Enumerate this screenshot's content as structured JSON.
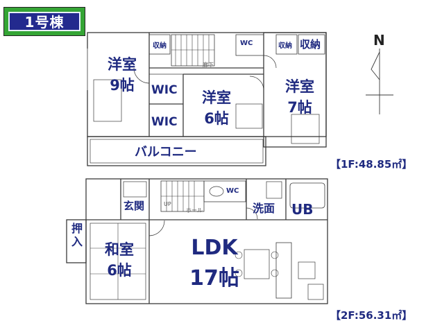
{
  "building": {
    "label": "1号棟"
  },
  "floor1": {
    "area_label": "【1F:48.85㎡】",
    "rooms": {
      "western9": {
        "name": "洋室",
        "size": "9帖"
      },
      "western6": {
        "name": "洋室",
        "size": "6帖"
      },
      "western7": {
        "name": "洋室",
        "size": "7帖"
      },
      "wic1": "WIC",
      "wic2": "WIC",
      "storage1": "収納",
      "storage2": "収納",
      "storage3": "収納",
      "wc": "WC",
      "corridor": "廊下",
      "balcony": "バルコニー"
    }
  },
  "floor2": {
    "area_label": "【2F:56.31㎡】",
    "rooms": {
      "entrance": "玄関",
      "hall": "ホール",
      "wc": "WC",
      "washroom": "洗面",
      "bath": "UB",
      "closet": "押入",
      "japanese": {
        "name": "和室",
        "size": "6帖"
      },
      "ldk": {
        "name": "LDK",
        "size": "17帖"
      },
      "up": "UP"
    }
  },
  "compass": {
    "label": "N"
  },
  "colors": {
    "text": "#1f2a80",
    "badge_bg": "#232a8e",
    "badge_border": "#35a535",
    "wall": "#3a3a3a"
  }
}
